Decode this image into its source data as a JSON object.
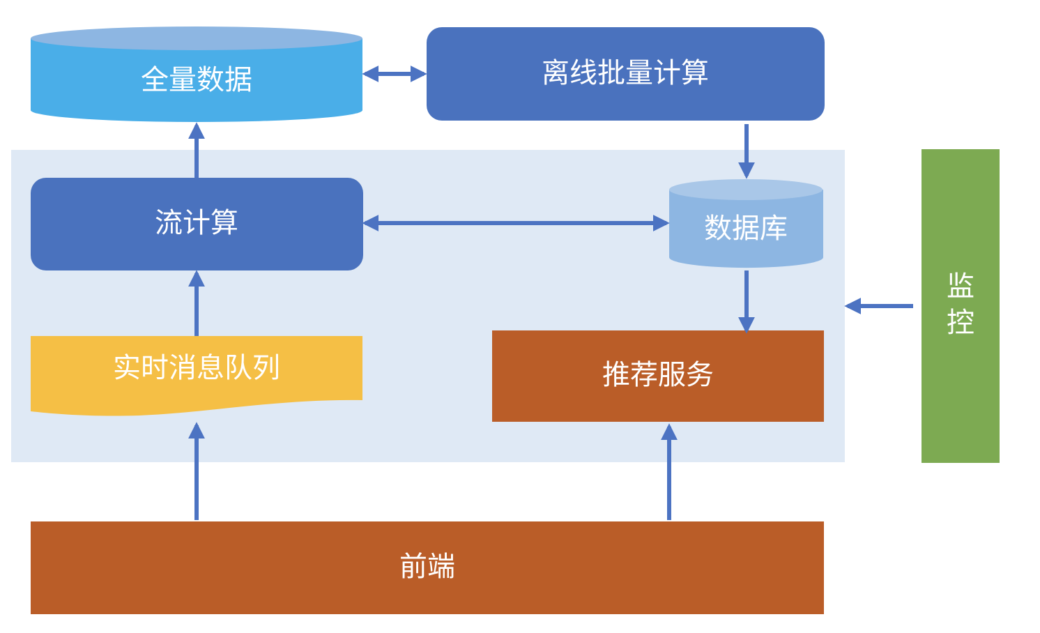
{
  "colors": {
    "panel": "#DFE9F5",
    "arrow": "#4C73C2",
    "storage_blue": "#4AAEE8",
    "storage_top": "#8DB6E2",
    "compute_blue": "#4A72BE",
    "db_blue": "#8DB6E2",
    "queue_yellow": "#F5BF45",
    "service_orange": "#BA5D28",
    "monitor_green": "#7DAA52"
  },
  "nodes": {
    "full_data": "全量数据",
    "offline_batch": "离线批量计算",
    "stream_compute": "流计算",
    "database": "数据库",
    "message_queue": "实时消息队列",
    "recommend_service": "推荐服务",
    "monitor_line1": "监",
    "monitor_line2": "控",
    "frontend": "前端"
  }
}
